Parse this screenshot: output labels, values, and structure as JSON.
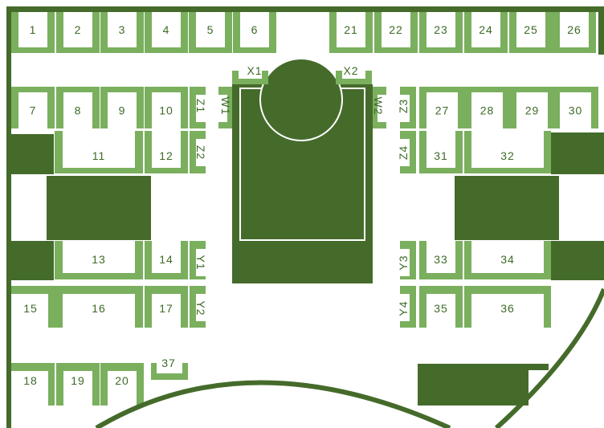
{
  "colors": {
    "dark": "#456b2b",
    "light": "#7aaf5e",
    "label": "#3d6a26",
    "background": "#ffffff"
  },
  "booths": [
    {
      "id": "1"
    },
    {
      "id": "2"
    },
    {
      "id": "3"
    },
    {
      "id": "4"
    },
    {
      "id": "5"
    },
    {
      "id": "6"
    },
    {
      "id": "7"
    },
    {
      "id": "8"
    },
    {
      "id": "9"
    },
    {
      "id": "10"
    },
    {
      "id": "11"
    },
    {
      "id": "12"
    },
    {
      "id": "13"
    },
    {
      "id": "14"
    },
    {
      "id": "15"
    },
    {
      "id": "16"
    },
    {
      "id": "17"
    },
    {
      "id": "18"
    },
    {
      "id": "19"
    },
    {
      "id": "20"
    },
    {
      "id": "21"
    },
    {
      "id": "22"
    },
    {
      "id": "23"
    },
    {
      "id": "24"
    },
    {
      "id": "25"
    },
    {
      "id": "26"
    },
    {
      "id": "27"
    },
    {
      "id": "28"
    },
    {
      "id": "29"
    },
    {
      "id": "30"
    },
    {
      "id": "31"
    },
    {
      "id": "32"
    },
    {
      "id": "33"
    },
    {
      "id": "34"
    },
    {
      "id": "35"
    },
    {
      "id": "36"
    },
    {
      "id": "37"
    },
    {
      "id": "X1"
    },
    {
      "id": "X2"
    },
    {
      "id": "W1"
    },
    {
      "id": "W2"
    },
    {
      "id": "Z1"
    },
    {
      "id": "Z2"
    },
    {
      "id": "Z3"
    },
    {
      "id": "Z4"
    },
    {
      "id": "Y1"
    },
    {
      "id": "Y2"
    },
    {
      "id": "Y3"
    },
    {
      "id": "Y4"
    }
  ]
}
